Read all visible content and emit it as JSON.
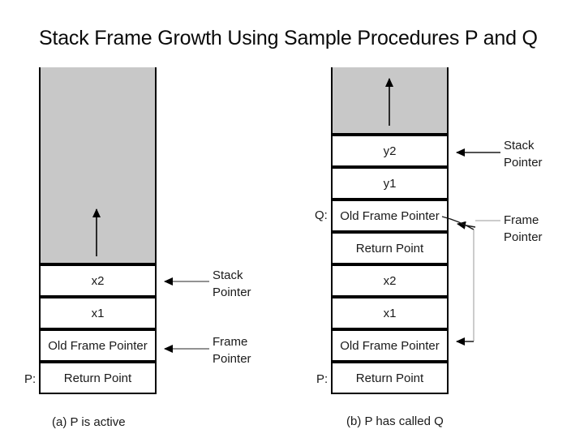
{
  "title": "Stack Frame Growth Using Sample Procedures P and Q",
  "colors": {
    "unused_stack_fill": "#c8c8c8",
    "cell_fill": "#ffffff",
    "border": "#000000",
    "arrow_shaft_gray": "#6e6e6e",
    "arrow_black": "#1a1a1a",
    "connector_thin": "#9a9a9a"
  },
  "diagram_a": {
    "caption": "(a) P is active",
    "procedure_label_p": "P:",
    "cells": [
      "x2",
      "x1",
      "Old Frame Pointer",
      "Return Point"
    ],
    "annotations": {
      "stack_pointer": "Stack Pointer",
      "frame_pointer": "Frame Pointer"
    }
  },
  "diagram_b": {
    "caption": "(b) P has called Q",
    "procedure_label_q": "Q:",
    "procedure_label_p": "P:",
    "cells": [
      "y2",
      "y1",
      "Old Frame Pointer",
      "Return Point",
      "x2",
      "x1",
      "Old Frame Pointer",
      "Return Point"
    ],
    "annotations": {
      "stack_pointer": "Stack Pointer",
      "frame_pointer": "Frame Pointer"
    }
  }
}
